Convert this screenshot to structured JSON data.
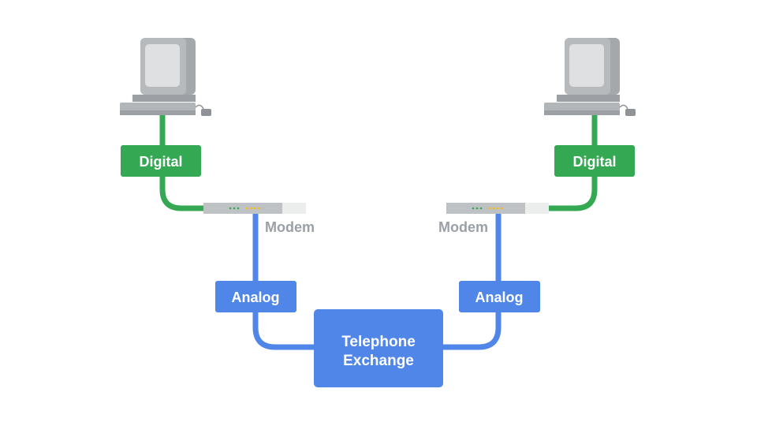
{
  "diagram": {
    "left": {
      "digital_label": "Digital",
      "modem_label": "Modem",
      "analog_label": "Analog"
    },
    "right": {
      "digital_label": "Digital",
      "modem_label": "Modem",
      "analog_label": "Analog"
    },
    "exchange": {
      "line1": "Telephone",
      "line2": "Exchange"
    },
    "colors": {
      "digital_green": "#34a853",
      "analog_blue": "#4f86e8",
      "computer_gray": "#b3b6b9",
      "computer_dark": "#8f9296",
      "screen": "#dfe0e2",
      "modem_label_gray": "#9aa0a6",
      "label_text": "#ffffff"
    }
  }
}
